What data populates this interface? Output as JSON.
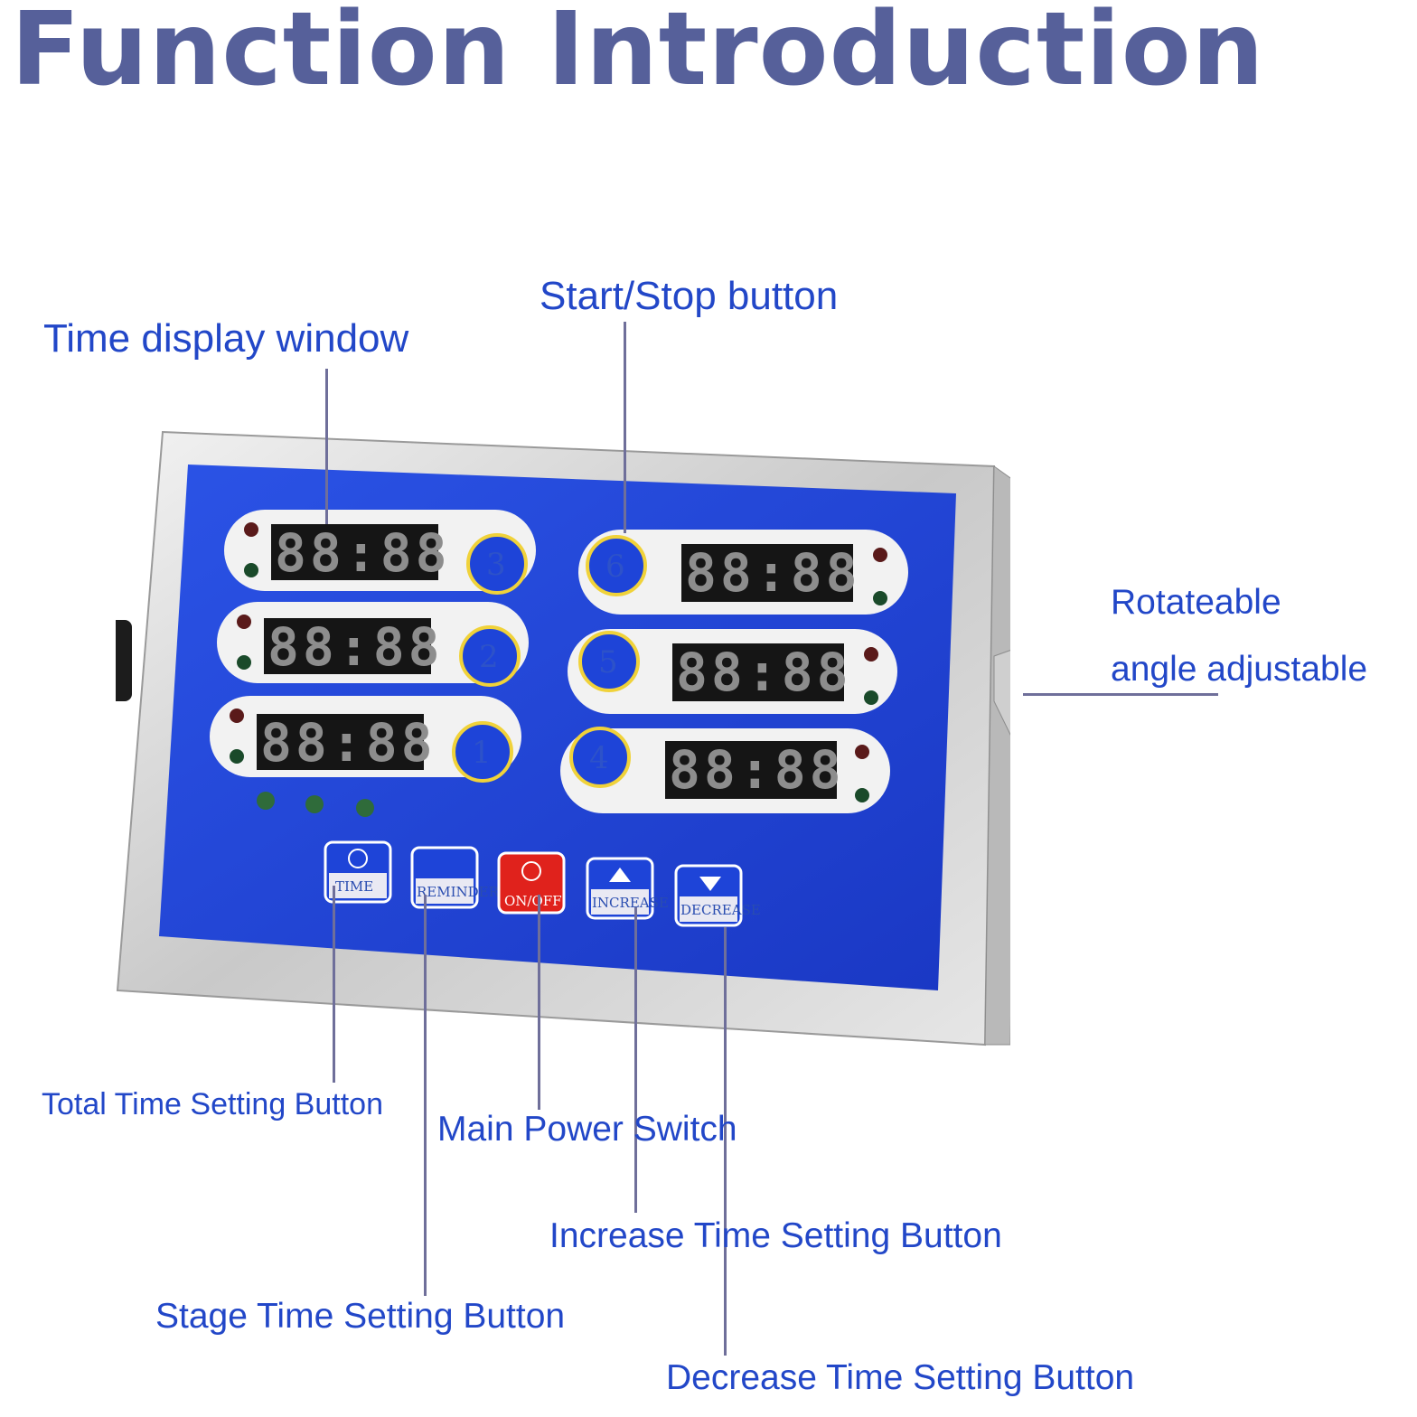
{
  "title": "Function Introduction",
  "labels": {
    "time_display": "Time display window",
    "start_stop": "Start/Stop button",
    "rotate_line1": "Rotateable",
    "rotate_line2": "angle adjustable",
    "total_time": "Total Time Setting Button",
    "main_power": "Main Power Switch",
    "increase": "Increase Time Setting Button",
    "stage_time": "Stage Time Setting Button",
    "decrease": "Decrease Time Setting Button"
  },
  "device": {
    "display_digits": "88:88",
    "channels_left": [
      "3",
      "2",
      "1"
    ],
    "channels_right": [
      "6",
      "5",
      "4"
    ],
    "buttons": [
      "TIME",
      "REMINDER",
      "ON/OFF",
      "INCREASE",
      "DECREASE"
    ]
  },
  "colors": {
    "title": "#56609a",
    "label": "#2247c8",
    "panel": "#1c3fd6",
    "on_off": "#e0221c"
  }
}
